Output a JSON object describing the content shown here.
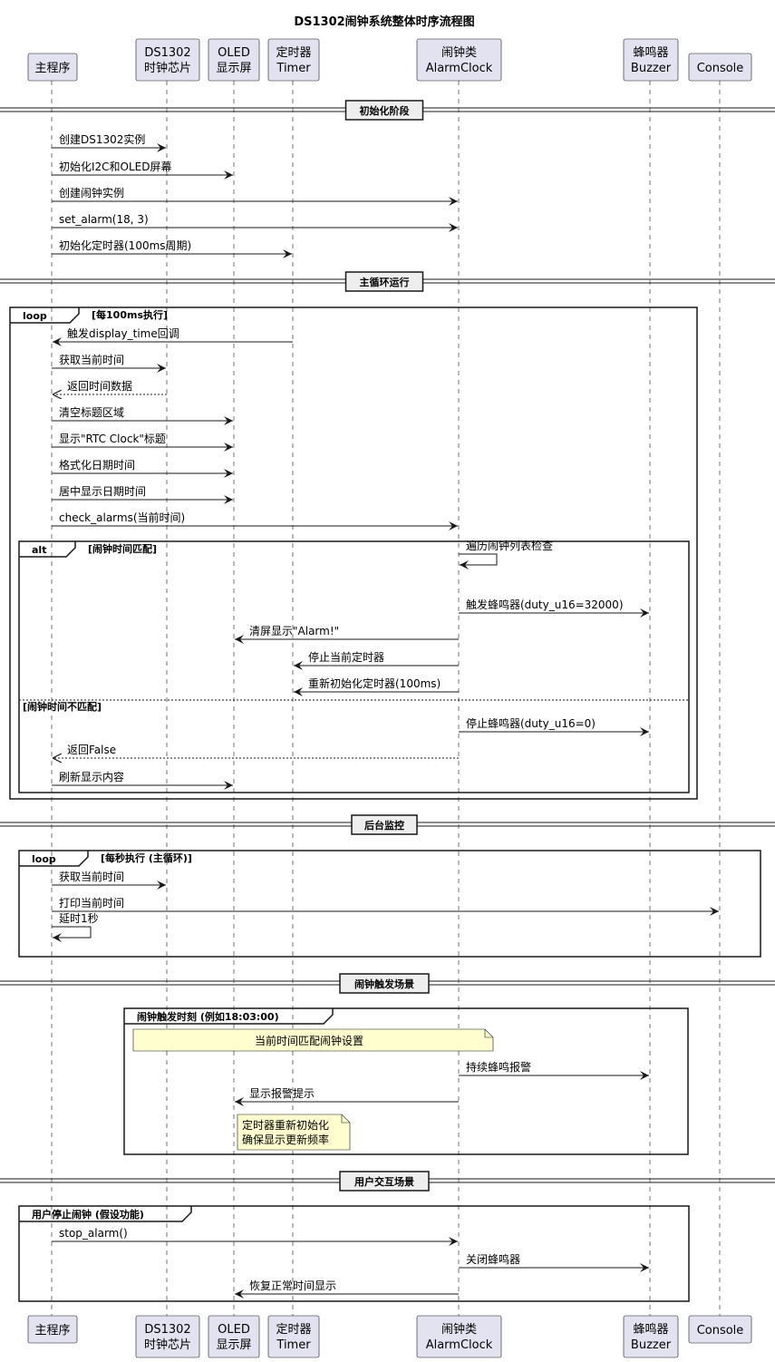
{
  "title": "DS1302闹钟系统整体时序流程图",
  "participants": [
    {
      "id": "main",
      "lines": [
        "主程序"
      ]
    },
    {
      "id": "ds1302",
      "lines": [
        "DS1302",
        "时钟芯片"
      ]
    },
    {
      "id": "oled",
      "lines": [
        "OLED",
        "显示屏"
      ]
    },
    {
      "id": "timer",
      "lines": [
        "定时器",
        "Timer"
      ]
    },
    {
      "id": "alarm",
      "lines": [
        "闹钟类",
        "AlarmClock"
      ]
    },
    {
      "id": "buzzer",
      "lines": [
        "蜂鸣器",
        "Buzzer"
      ]
    },
    {
      "id": "console",
      "lines": [
        "Console"
      ]
    }
  ],
  "dividers": [
    "初始化阶段",
    "主循环运行",
    "后台监控",
    "闹钟触发场景",
    "用户交互场景"
  ],
  "fragments": [
    {
      "kind": "loop",
      "condition": "[每100ms执行]"
    },
    {
      "kind": "alt",
      "condition": "[闹钟时间匹配]",
      "else_condition": "[闹钟时间不匹配]"
    },
    {
      "kind": "loop",
      "condition": "[每秒执行 (主循环)]"
    },
    {
      "kind": "闹钟触发时刻 (例如18:03:00)",
      "condition": ""
    },
    {
      "kind": "用户停止闹钟 (假设功能)",
      "condition": ""
    }
  ],
  "messages": [
    {
      "from": "main",
      "to": "ds1302",
      "label": "创建DS1302实例",
      "style": "solid"
    },
    {
      "from": "main",
      "to": "oled",
      "label": "初始化I2C和OLED屏幕",
      "style": "solid"
    },
    {
      "from": "main",
      "to": "alarm",
      "label": "创建闹钟实例",
      "style": "solid"
    },
    {
      "from": "main",
      "to": "alarm",
      "label": "set_alarm(18, 3)",
      "style": "solid"
    },
    {
      "from": "main",
      "to": "timer",
      "label": "初始化定时器(100ms周期)",
      "style": "solid"
    },
    {
      "from": "timer",
      "to": "main",
      "label": "触发display_time回调",
      "style": "solid"
    },
    {
      "from": "main",
      "to": "ds1302",
      "label": "获取当前时间",
      "style": "solid"
    },
    {
      "from": "ds1302",
      "to": "main",
      "label": "返回时间数据",
      "style": "dashed"
    },
    {
      "from": "main",
      "to": "oled",
      "label": "清空标题区域",
      "style": "solid"
    },
    {
      "from": "main",
      "to": "oled",
      "label": "显示\"RTC Clock\"标题",
      "style": "solid"
    },
    {
      "from": "main",
      "to": "oled",
      "label": "格式化日期时间",
      "style": "solid"
    },
    {
      "from": "main",
      "to": "oled",
      "label": "居中显示日期时间",
      "style": "solid"
    },
    {
      "from": "main",
      "to": "alarm",
      "label": "check_alarms(当前时间)",
      "style": "solid"
    },
    {
      "from": "alarm",
      "to": "alarm",
      "label": "遍历闹钟列表检查",
      "style": "solid"
    },
    {
      "from": "alarm",
      "to": "buzzer",
      "label": "触发蜂鸣器(duty_u16=32000)",
      "style": "solid"
    },
    {
      "from": "alarm",
      "to": "oled",
      "label": "清屏显示\"Alarm!\"",
      "style": "solid"
    },
    {
      "from": "alarm",
      "to": "timer",
      "label": "停止当前定时器",
      "style": "solid"
    },
    {
      "from": "alarm",
      "to": "timer",
      "label": "重新初始化定时器(100ms)",
      "style": "solid"
    },
    {
      "from": "alarm",
      "to": "buzzer",
      "label": "停止蜂鸣器(duty_u16=0)",
      "style": "solid"
    },
    {
      "from": "alarm",
      "to": "main",
      "label": "返回False",
      "style": "dashed"
    },
    {
      "from": "main",
      "to": "oled",
      "label": "刷新显示内容",
      "style": "solid"
    },
    {
      "from": "main",
      "to": "ds1302",
      "label": "获取当前时间",
      "style": "solid"
    },
    {
      "from": "main",
      "to": "console",
      "label": "打印当前时间",
      "style": "solid"
    },
    {
      "from": "main",
      "to": "main",
      "label": "延时1秒",
      "style": "solid"
    },
    {
      "from": "alarm",
      "to": "buzzer",
      "label": "持续蜂鸣报警",
      "style": "solid"
    },
    {
      "from": "alarm",
      "to": "oled",
      "label": "显示报警提示",
      "style": "solid"
    },
    {
      "from": "main",
      "to": "alarm",
      "label": "stop_alarm()",
      "style": "solid"
    },
    {
      "from": "alarm",
      "to": "buzzer",
      "label": "关闭蜂鸣器",
      "style": "solid"
    },
    {
      "from": "alarm",
      "to": "oled",
      "label": "恢复正常时间显示",
      "style": "solid"
    }
  ],
  "notes": [
    {
      "lines": [
        "当前时间匹配闹钟设置"
      ]
    },
    {
      "lines": [
        "定时器重新初始化",
        "确保显示更新频率"
      ]
    }
  ],
  "colors": {
    "participant_fill": "#e2e2f0",
    "participant_border": "#181818",
    "note_fill": "#fefece",
    "divider_fill": "#eeeeee",
    "line": "#181818"
  }
}
